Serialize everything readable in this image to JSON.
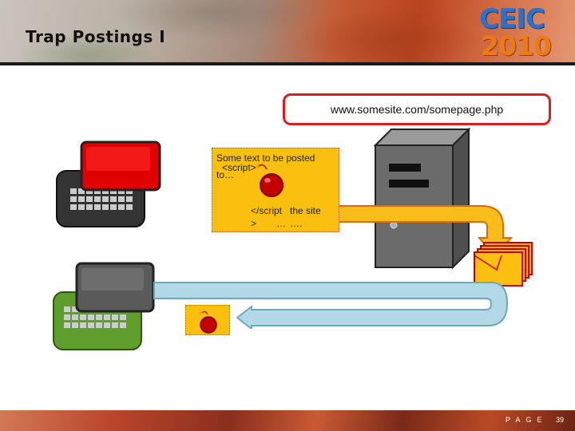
{
  "slide": {
    "title": "Trap Postings I",
    "logo": {
      "name": "CEIC",
      "year": "2010",
      "subtitle": "Computer and Enterprise Investigations Conference"
    },
    "url": "www.somesite.com/somepage.php",
    "note": {
      "line1": "Some text to be posted",
      "line2": "<script>",
      "line3": "to…",
      "line4": "</script",
      "line5": "the site",
      "line6": ">",
      "line7": "…",
      "line8": "…."
    },
    "footer": {
      "page_label": "PAGE",
      "page_number": "39"
    }
  },
  "colors": {
    "header_accent": "#c35c35",
    "url_border": "#d81e1e",
    "note_fill": "#fbbf10",
    "arrow_blue": "#b3d9e6",
    "server_gray": "#6b6b6b",
    "bomb_red": "#c40000",
    "keyboard_dark": "#333333",
    "keyboard_green": "#5e9e2c",
    "screen_red": "#e00000"
  },
  "icons": [
    "attacker-computer-icon",
    "victim-computer-icon",
    "server-icon",
    "bomb-icon",
    "web-pages-icon",
    "arrow-icon"
  ]
}
